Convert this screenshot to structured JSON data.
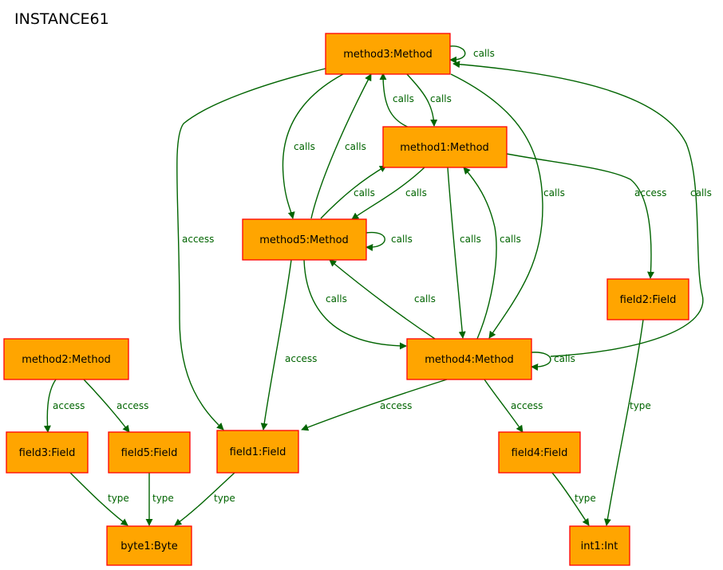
{
  "title": "INSTANCE61",
  "colors": {
    "node_fill": "#FFA500",
    "node_border": "#FF0000",
    "edge": "#006400"
  },
  "nodes": {
    "method3": "method3:Method",
    "method1": "method1:Method",
    "method5": "method5:Method",
    "method4": "method4:Method",
    "method2": "method2:Method",
    "field1": "field1:Field",
    "field2": "field2:Field",
    "field3": "field3:Field",
    "field4": "field4:Field",
    "field5": "field5:Field",
    "byte1": "byte1:Byte",
    "int1": "int1:Int"
  },
  "edges": [
    {
      "from": "method3",
      "to": "method3",
      "label": "calls"
    },
    {
      "from": "method1",
      "to": "method3",
      "label": "calls"
    },
    {
      "from": "method3",
      "to": "method1",
      "label": "calls"
    },
    {
      "from": "method3",
      "to": "method5",
      "label": "calls"
    },
    {
      "from": "method5",
      "to": "method3",
      "label": "calls"
    },
    {
      "from": "method3",
      "to": "field1",
      "label": "access"
    },
    {
      "from": "method3",
      "to": "method4",
      "label": "calls"
    },
    {
      "from": "method4",
      "to": "method3",
      "label": "calls"
    },
    {
      "from": "method5",
      "to": "method1",
      "label": "calls"
    },
    {
      "from": "method1",
      "to": "method5",
      "label": "calls"
    },
    {
      "from": "method1",
      "to": "method4",
      "label": "calls"
    },
    {
      "from": "method4",
      "to": "method1",
      "label": "calls"
    },
    {
      "from": "method1",
      "to": "field2",
      "label": "access"
    },
    {
      "from": "method5",
      "to": "method5",
      "label": "calls"
    },
    {
      "from": "method5",
      "to": "method4",
      "label": "calls"
    },
    {
      "from": "method4",
      "to": "method5",
      "label": "calls"
    },
    {
      "from": "method5",
      "to": "field1",
      "label": "access"
    },
    {
      "from": "method4",
      "to": "method4",
      "label": "calls"
    },
    {
      "from": "method4",
      "to": "field1",
      "label": "access"
    },
    {
      "from": "method4",
      "to": "field4",
      "label": "access"
    },
    {
      "from": "method2",
      "to": "field3",
      "label": "access"
    },
    {
      "from": "method2",
      "to": "field5",
      "label": "access"
    },
    {
      "from": "field3",
      "to": "byte1",
      "label": "type"
    },
    {
      "from": "field5",
      "to": "byte1",
      "label": "type"
    },
    {
      "from": "field1",
      "to": "byte1",
      "label": "type"
    },
    {
      "from": "field4",
      "to": "int1",
      "label": "type"
    },
    {
      "from": "field2",
      "to": "int1",
      "label": "type"
    }
  ]
}
